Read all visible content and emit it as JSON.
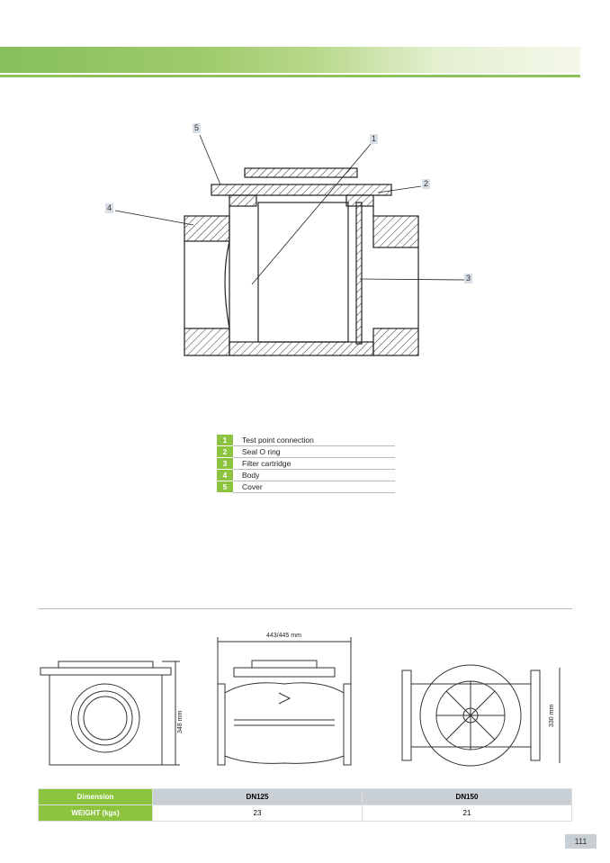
{
  "callouts": [
    "1",
    "2",
    "3",
    "4",
    "5"
  ],
  "legend": [
    {
      "num": "1",
      "label": "Test point connection"
    },
    {
      "num": "2",
      "label": "Seal O ring"
    },
    {
      "num": "3",
      "label": "Filter cartridge"
    },
    {
      "num": "4",
      "label": "Body"
    },
    {
      "num": "5",
      "label": "Cover"
    }
  ],
  "dimensions": {
    "height_left": "348 mm",
    "length": "443/445 mm",
    "height_right": "330 mm"
  },
  "spec_table": {
    "header": [
      "Dimension",
      "DN125",
      "DN150"
    ],
    "row": [
      "WEIGHT (kgs)",
      "23",
      "21"
    ]
  },
  "page_number": "111",
  "colors": {
    "accent": "#8cc43f",
    "header_gray": "#c8d0d6"
  }
}
